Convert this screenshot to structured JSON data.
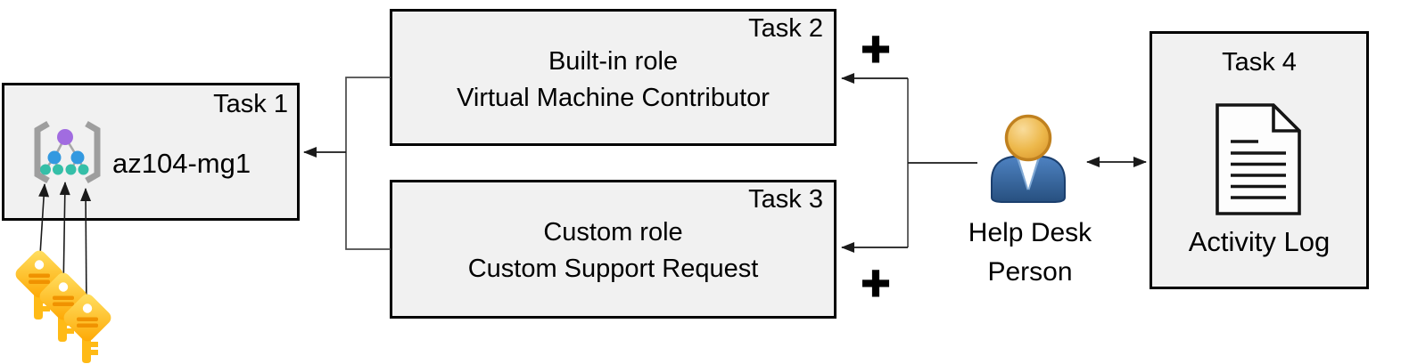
{
  "boxes": {
    "task1": {
      "tag": "Task 1",
      "title": "az104-mg1"
    },
    "task2": {
      "tag": "Task 2",
      "line1": "Built-in role",
      "line2": "Virtual Machine Contributor"
    },
    "task3": {
      "tag": "Task 3",
      "line1": "Custom role",
      "line2": "Custom Support Request"
    },
    "task4": {
      "tag": "Task 4",
      "caption": "Activity Log"
    }
  },
  "actor": {
    "line1": "Help Desk",
    "line2": "Person"
  },
  "operators": {
    "plus_top": "+",
    "plus_bottom": "+"
  },
  "icons": {
    "management_group": "management-group-icon",
    "keys": "key-icon",
    "helpdesk_person": "helpdesk-person-icon",
    "activity_log": "document-icon"
  },
  "palette": {
    "box_fill": "#F1F1F1",
    "box_border": "#000000",
    "connector_gray": "#4A4A4A",
    "arrow_black": "#1A1A1A",
    "mg_bracket": "#9E9E9E",
    "mg_purple": "#A16CE0",
    "mg_blue": "#3399E0",
    "mg_teal": "#35BFA8",
    "key_gold_light": "#FFE165",
    "key_gold_dark": "#FEA600",
    "key_accent": "#F09200",
    "person_head": "#E0A037",
    "person_head_ring": "#C8882B",
    "person_body_blue": "#3A6FB0",
    "text_color": "#000000"
  }
}
